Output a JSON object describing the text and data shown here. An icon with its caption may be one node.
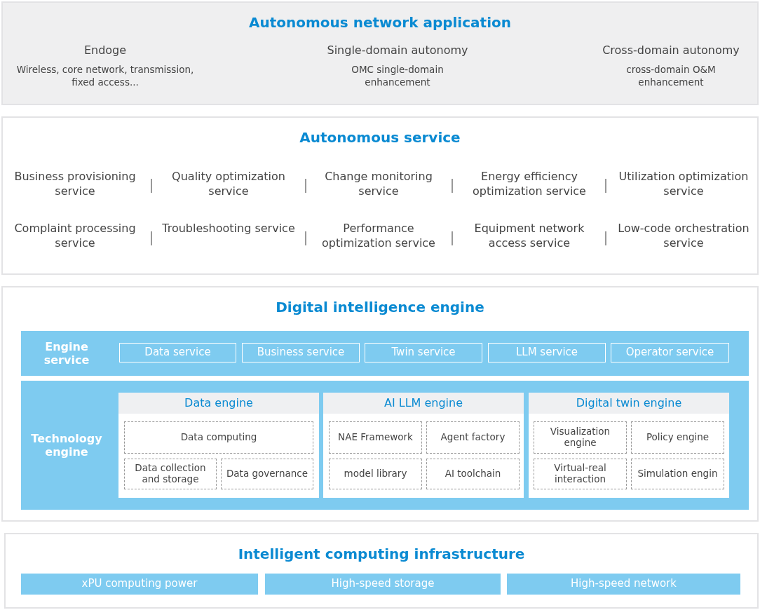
{
  "diagram": {
    "nodes": [
      {
        "text": [
          "Autonomous network application"
        ]
      },
      {
        "text": [
          "Autonomous service"
        ]
      },
      {
        "text": [
          "Digital intelligence engine"
        ]
      },
      {
        "text": [
          "Engine service"
        ],
        "in": 2
      },
      {
        "text": [
          "Data service"
        ],
        "in": 3
      },
      {
        "text": [
          "Business service"
        ],
        "in": 3
      },
      {
        "text": [
          "Twin service"
        ],
        "in": 3
      },
      {
        "text": [
          "LLM service"
        ],
        "in": 3
      },
      {
        "text": [
          "Operator service"
        ],
        "in": 3
      },
      {
        "text": [
          "Technology engine"
        ],
        "in": 2
      },
      {
        "text": [
          "Data engine"
        ],
        "in": 9
      },
      {
        "text": [
          "Data computing"
        ],
        "in": 10
      },
      {
        "text": [
          "Data collection and storage"
        ],
        "in": 10
      },
      {
        "text": [
          "Data governance"
        ],
        "in": 10
      },
      {
        "text": [
          "AI LLM engine"
        ],
        "in": 9
      },
      {
        "text": [
          "NAE Framework"
        ],
        "in": 14
      },
      {
        "text": [
          "Agent factory"
        ],
        "in": 14
      },
      {
        "text": [
          "model library"
        ],
        "in": 14
      },
      {
        "text": [
          "AI toolchain"
        ],
        "in": 14
      },
      {
        "text": [
          "Digital twin engine"
        ],
        "in": 9
      },
      {
        "text": [
          "Visualization engine"
        ],
        "in": 19
      },
      {
        "text": [
          "Policy engine"
        ],
        "in": 19
      },
      {
        "text": [
          "Virtual-real interaction"
        ],
        "in": 19
      },
      {
        "text": [
          "Simulation engin"
        ],
        "in": 19
      },
      {
        "text": [
          "Intelligent computing infrastructure"
        ]
      },
      {
        "text": [
          "xPU computing power"
        ],
        "in": 24
      },
      {
        "text": [
          "High-speed storage"
        ],
        "in": 24
      },
      {
        "text": [
          "High-speed network"
        ],
        "in": 24
      }
    ],
    "labels": [
      "Endoge",
      "Single-domain autonomy",
      "Cross-domain autonomy",
      "Wireless, core network, transmission, fixed access...",
      "OMC single-domain enhancement",
      "cross-domain O&M enhancement",
      "Business provisioning service",
      "Quality optimization service",
      "Change monitoring service",
      "Energy efficiency optimization service",
      "Utilization optimization service",
      "Complaint processing service",
      "Troubleshooting service",
      "Performance optimization service",
      "Equipment network access service",
      "Low-code orchestration service"
    ]
  }
}
